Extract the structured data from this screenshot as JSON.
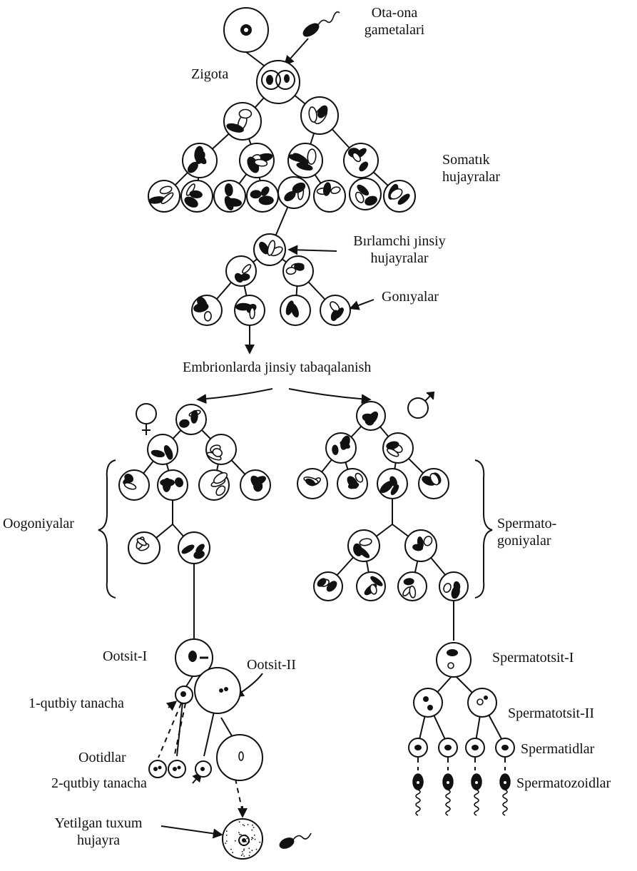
{
  "labels": {
    "parent_gametes": [
      "Ota-ona",
      "gametalari"
    ],
    "zygote": "Zigota",
    "somatic_cells": [
      "Somatık",
      "hujayralar"
    ],
    "primary_germ_cells": [
      "Bırlamchi ȷinsiy",
      "hujayralar"
    ],
    "gonia": "Gonıyalar",
    "sex_differentiation": "Embrionlarda jinsiy tabaqalanish",
    "oogonia": "Oogoniyalar",
    "spermatogonia": [
      "Spermato-",
      "goniyalar"
    ],
    "oocyte_1": "Ootsit-I",
    "oocyte_2": "Ootsit-II",
    "polar_body_1": "1-qutbiy tanacha",
    "ootids": "Ootidlar",
    "polar_body_2": "2-qutbiy tanacha",
    "mature_egg": [
      "Yetilgan tuxum",
      "hujayra"
    ],
    "spermatocyte_1": "Spermatotsit-I",
    "spermatocyte_2": "Spermatotsit-II",
    "spermatids": "Spermatidlar",
    "spermatozoa": "Spermatozoidlar"
  },
  "symbols": {
    "female": "female-symbol",
    "male": "male-symbol"
  },
  "colors": {
    "ink": "#111111",
    "paper": "#ffffff"
  }
}
